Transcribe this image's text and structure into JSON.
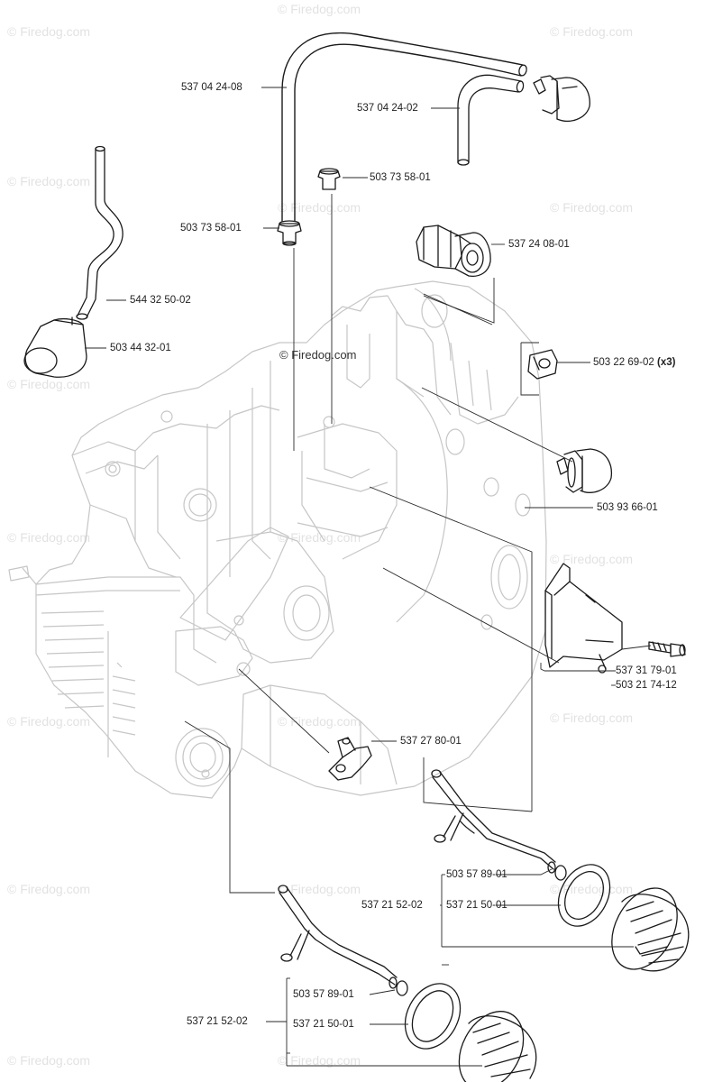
{
  "watermark": "© Firedog.com",
  "copyright": "© Firedog.com",
  "labels": {
    "hose_long": "537 04 24-08",
    "hose_short": "537 04 24-02",
    "grommet_top": "503 73 58-01",
    "grommet_left": "503 73 58-01",
    "valve": "537 24 08-01",
    "pickup_hose": "544 32 50-02",
    "filter": "503 44 32-01",
    "clip": "503 22 69-02",
    "clip_qty": "(x3)",
    "primer": "503 93 66-01",
    "deflector": "537 31 79-01",
    "screw": "503 21 74-12",
    "bracket": "537 27 80-01",
    "cap_a_seal": "503 57 89-01",
    "cap_a_kit": "537 21 52-02",
    "cap_a_cap": "537 21 50-01",
    "cap_b_seal": "503 57 89-01",
    "cap_b_kit": "537 21 52-02",
    "cap_b_cap": "537 21 50-01"
  }
}
